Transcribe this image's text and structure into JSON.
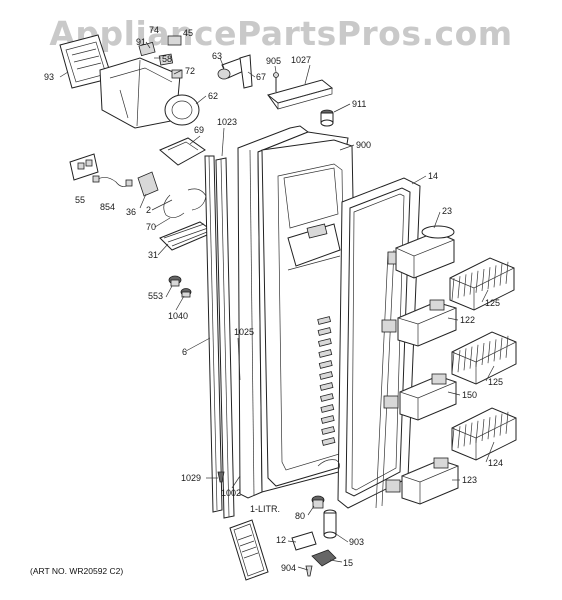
{
  "watermark": "AppliancePartsPros.com",
  "art_number": "(ART NO. WR20592 C2)",
  "manual_label": "1-LITR.",
  "callouts": {
    "c74": "74",
    "c91": "91",
    "c45": "45",
    "c93": "93",
    "c58": "58",
    "c72": "72",
    "c63": "63",
    "c67": "67",
    "c905": "905",
    "c1027": "1027",
    "c911": "911",
    "c62": "62",
    "c1023": "1023",
    "c69": "69",
    "c900": "900",
    "c14": "14",
    "c55": "55",
    "c854": "854",
    "c36": "36",
    "c2": "2",
    "c70": "70",
    "c23": "23",
    "c31": "31",
    "c125a": "125",
    "c553": "553",
    "c1040": "1040",
    "c122": "122",
    "c1025": "1025",
    "c6": "6",
    "c125b": "125",
    "c150": "150",
    "c124": "124",
    "c1029": "1029",
    "c123": "123",
    "c1002": "1002",
    "c80": "80",
    "c903": "903",
    "c12": "12",
    "c904": "904",
    "c15": "15"
  }
}
